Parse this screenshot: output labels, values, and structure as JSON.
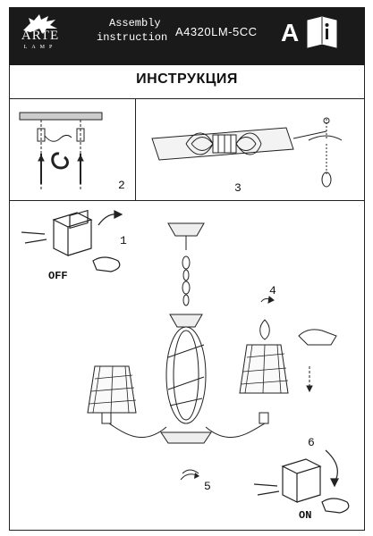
{
  "header": {
    "brand": "ARTE",
    "brand_sub": "LAMP",
    "assembly_line1": "Assembly",
    "assembly_line2": "instruction",
    "model": "A4320LM-5CC",
    "language_letter": "A",
    "info_badge": "i"
  },
  "title": "ИНСТРУКЦИЯ",
  "steps": {
    "s1": "1",
    "s2": "2",
    "s3": "3",
    "s4": "4",
    "s5": "5",
    "s6": "6"
  },
  "switch": {
    "off": "OFF",
    "on": "ON"
  }
}
